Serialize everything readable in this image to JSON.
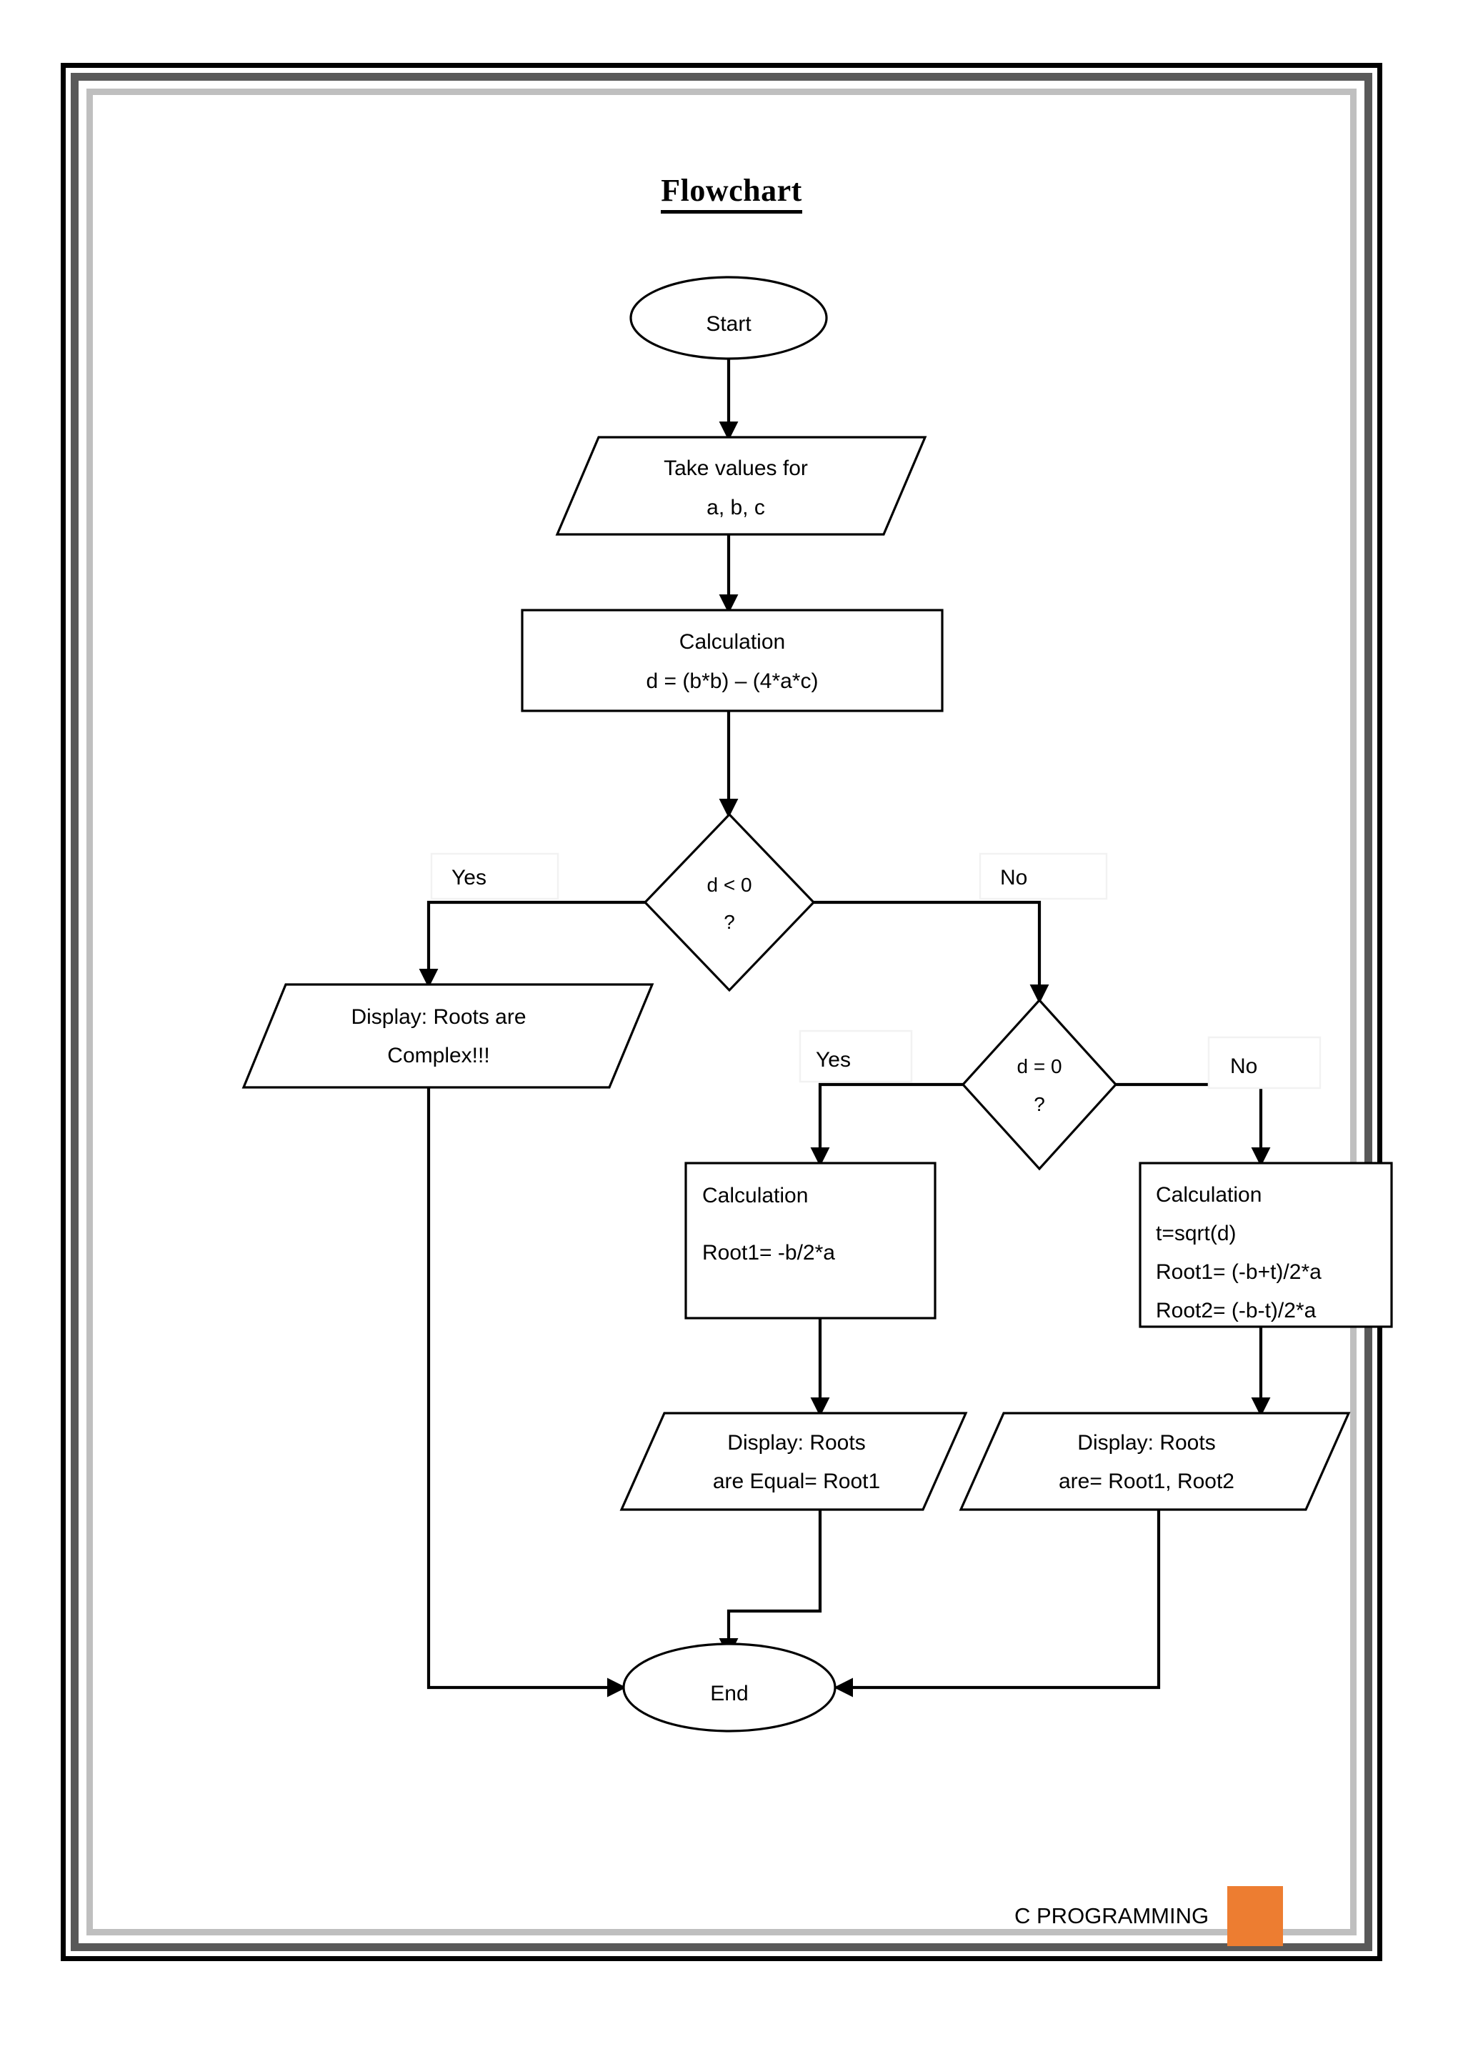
{
  "document": {
    "title": "Flowchart",
    "footer_label": "C PROGRAMMING",
    "accent_color": "#ED7D31",
    "border_colors": {
      "outer": "#000000",
      "middle": "#595959",
      "inner": "#BFBFBF"
    }
  },
  "chart_data": {
    "type": "diagram",
    "diagram_kind": "flowchart",
    "title": "Flowchart",
    "description": "Flowchart for computing the roots of a quadratic equation using the discriminant d = (b*b) - (4*a*c)",
    "nodes": [
      {
        "id": "start",
        "shape": "terminator",
        "lines": [
          "Start"
        ]
      },
      {
        "id": "input",
        "shape": "parallelogram",
        "lines": [
          "Take values for",
          "a, b, c"
        ]
      },
      {
        "id": "calc_d",
        "shape": "rectangle",
        "lines": [
          "Calculation",
          "d = (b*b) – (4*a*c)"
        ]
      },
      {
        "id": "dec_lt0",
        "shape": "diamond",
        "lines": [
          "d < 0",
          "?"
        ]
      },
      {
        "id": "out_complex",
        "shape": "parallelogram",
        "lines": [
          "Display: Roots are",
          "Complex!!!"
        ]
      },
      {
        "id": "dec_eq0",
        "shape": "diamond",
        "lines": [
          "d = 0",
          "?"
        ]
      },
      {
        "id": "calc_equal",
        "shape": "rectangle",
        "lines": [
          "Calculation",
          "",
          "Root1=  -b/2*a"
        ]
      },
      {
        "id": "calc_two",
        "shape": "rectangle",
        "lines": [
          "Calculation",
          "t=sqrt(d)",
          "Root1= (-b+t)/2*a",
          "Root2= (-b-t)/2*a"
        ]
      },
      {
        "id": "out_equal",
        "shape": "parallelogram",
        "lines": [
          "Display:     Roots",
          "are Equal= Root1"
        ]
      },
      {
        "id": "out_two",
        "shape": "parallelogram",
        "lines": [
          "Display: Roots",
          "are= Root1, Root2"
        ]
      },
      {
        "id": "end",
        "shape": "terminator",
        "lines": [
          "End"
        ]
      }
    ],
    "edges": [
      {
        "from": "start",
        "to": "input",
        "label": ""
      },
      {
        "from": "input",
        "to": "calc_d",
        "label": ""
      },
      {
        "from": "calc_d",
        "to": "dec_lt0",
        "label": ""
      },
      {
        "from": "dec_lt0",
        "to": "out_complex",
        "label": "Yes"
      },
      {
        "from": "dec_lt0",
        "to": "dec_eq0",
        "label": "No"
      },
      {
        "from": "dec_eq0",
        "to": "calc_equal",
        "label": "Yes"
      },
      {
        "from": "dec_eq0",
        "to": "calc_two",
        "label": "No"
      },
      {
        "from": "calc_equal",
        "to": "out_equal",
        "label": ""
      },
      {
        "from": "calc_two",
        "to": "out_two",
        "label": ""
      },
      {
        "from": "out_complex",
        "to": "end",
        "label": ""
      },
      {
        "from": "out_equal",
        "to": "end",
        "label": ""
      },
      {
        "from": "out_two",
        "to": "end",
        "label": ""
      }
    ],
    "edge_labels": {
      "dec_lt0_yes": "Yes",
      "dec_lt0_no": "No",
      "dec_eq0_yes": "Yes",
      "dec_eq0_no": "No"
    }
  },
  "nodes": {
    "start": {
      "line1": "Start"
    },
    "input": {
      "line1": "Take values for",
      "line2": "a, b, c"
    },
    "calc_d": {
      "line1": "Calculation",
      "line2": "d = (b*b) – (4*a*c)"
    },
    "dec_lt0": {
      "line1": "d < 0",
      "line2": "?"
    },
    "out_complex": {
      "line1": "Display: Roots are",
      "line2": "Complex!!!"
    },
    "dec_eq0": {
      "line1": "d = 0",
      "line2": "?"
    },
    "calc_equal": {
      "line1": "Calculation",
      "line2": "Root1=  -b/2*a"
    },
    "calc_two": {
      "line1": "Calculation",
      "line2": "t=sqrt(d)",
      "line3": "Root1= (-b+t)/2*a",
      "line4": "Root2= (-b-t)/2*a"
    },
    "out_equal": {
      "line1": "Display:     Roots",
      "line2": "are Equal= Root1"
    },
    "out_two": {
      "line1": "Display: Roots",
      "line2": "are= Root1, Root2"
    },
    "end": {
      "line1": "End"
    }
  },
  "labels": {
    "lt0_yes": "Yes",
    "lt0_no": "No",
    "eq0_yes": "Yes",
    "eq0_no": "No"
  }
}
